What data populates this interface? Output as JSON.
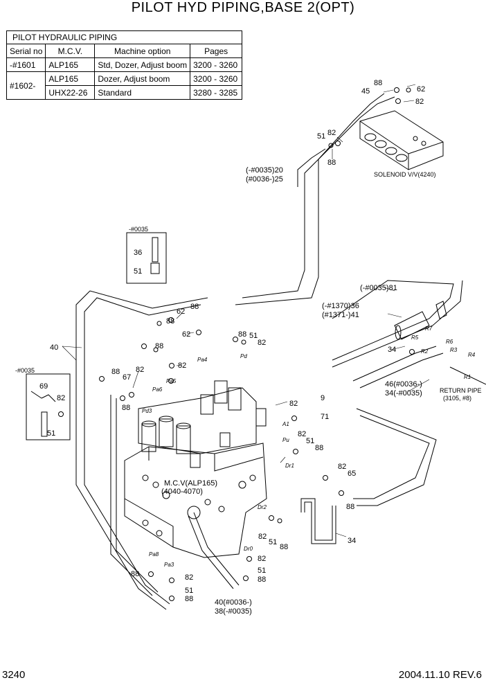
{
  "title": "PILOT HYD PIPING,BASE 2(OPT)",
  "table": {
    "caption": "PILOT HYDRAULIC PIPING",
    "headers": [
      "Serial no",
      "M.C.V.",
      "Machine option",
      "Pages"
    ],
    "rows": [
      {
        "serial": "-#1601",
        "mcv": "ALP165",
        "option": "Std, Dozer, Adjust boom",
        "pages": "3200 - 3260"
      },
      {
        "serial": "#1602-",
        "mcv": "ALP165",
        "option": "Dozer, Adjust boom",
        "pages": "3200 - 3260"
      },
      {
        "serial": "",
        "mcv": "UHX22-26",
        "option": "Standard",
        "pages": "3280 - 3285"
      }
    ]
  },
  "labels": {
    "solenoid": "SOLENOID V/V(4240)",
    "mcv_line1": "M.C.V(ALP165)",
    "mcv_line2": "(4040-4070)",
    "return_pipe": "RETURN PIPE",
    "return_ref": "(3105, #8)",
    "hose_20": "(-#0035)20",
    "hose_25": "(#0036-)25",
    "hose_81": "(-#0035)81",
    "hose_36": "(-#1370)36",
    "hose_41": "(#1371-)41",
    "pipe_46": "46(#0036-)",
    "pipe_34": "34(-#0035)",
    "pipe_40": "40(#0036-)",
    "pipe_38": "38(-#0035)",
    "detail_a": "-#0035",
    "detail_b": "-#0035"
  },
  "part_numbers": [
    "88",
    "45",
    "62",
    "82",
    "51",
    "88",
    "20",
    "25",
    "36",
    "51",
    "62",
    "88",
    "62",
    "88",
    "88",
    "82",
    "51",
    "82",
    "82",
    "67",
    "88",
    "88",
    "40",
    "69",
    "82",
    "51",
    "9",
    "82",
    "71",
    "82",
    "51",
    "88",
    "82",
    "65",
    "88",
    "34",
    "82",
    "51",
    "88",
    "82",
    "51",
    "88",
    "88",
    "82",
    "51",
    "88",
    "81",
    "36",
    "41",
    "34"
  ],
  "port_labels": [
    "Pa4",
    "Pa5",
    "Pa6",
    "Pd",
    "Pd3",
    "A1",
    "Pu",
    "Dr1",
    "Dr2",
    "Dr0",
    "Pa8",
    "Pa3",
    "R7",
    "R6",
    "R3",
    "R4",
    "R1",
    "R5",
    "R2"
  ],
  "footer": {
    "page": "3240",
    "date_rev": "2004.11.10  REV.6"
  }
}
